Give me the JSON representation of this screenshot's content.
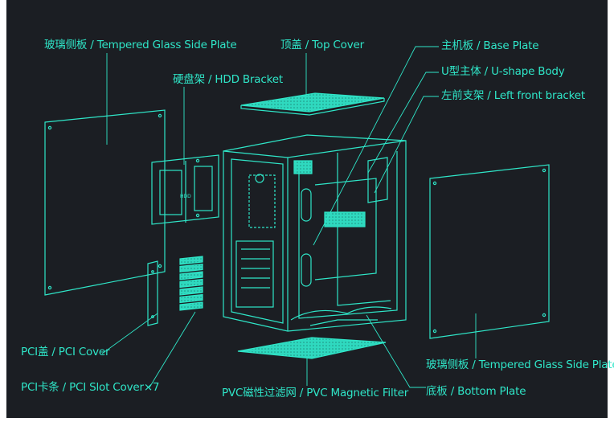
{
  "colors": {
    "background": "#1b1e23",
    "line": "#2fe6c8",
    "accent_fill": "#2fd9bf",
    "page": "#ffffff"
  },
  "labels": {
    "glass_left": "玻璃侧板 / Tempered Glass Side Plate",
    "top_cover": "顶盖 / Top Cover",
    "hdd_bracket": "硬盘架 / HDD Bracket",
    "base_plate": "主机板 / Base Plate",
    "u_body": "U型主体 / U-shape Body",
    "left_front_bracket": "左前支架 / Left front bracket",
    "pci_cover": "PCI盖 / PCI Cover",
    "pci_slot_cover": "PCI卡条 / PCI Slot Cover×7",
    "filter": "PVC磁性过滤网 / PVC Magnetic Filter",
    "bottom_plate": "底板 / Bottom Plate",
    "glass_right": "玻璃侧板 / Tempered Glass Side Plate"
  },
  "hdd_text": "HDD"
}
